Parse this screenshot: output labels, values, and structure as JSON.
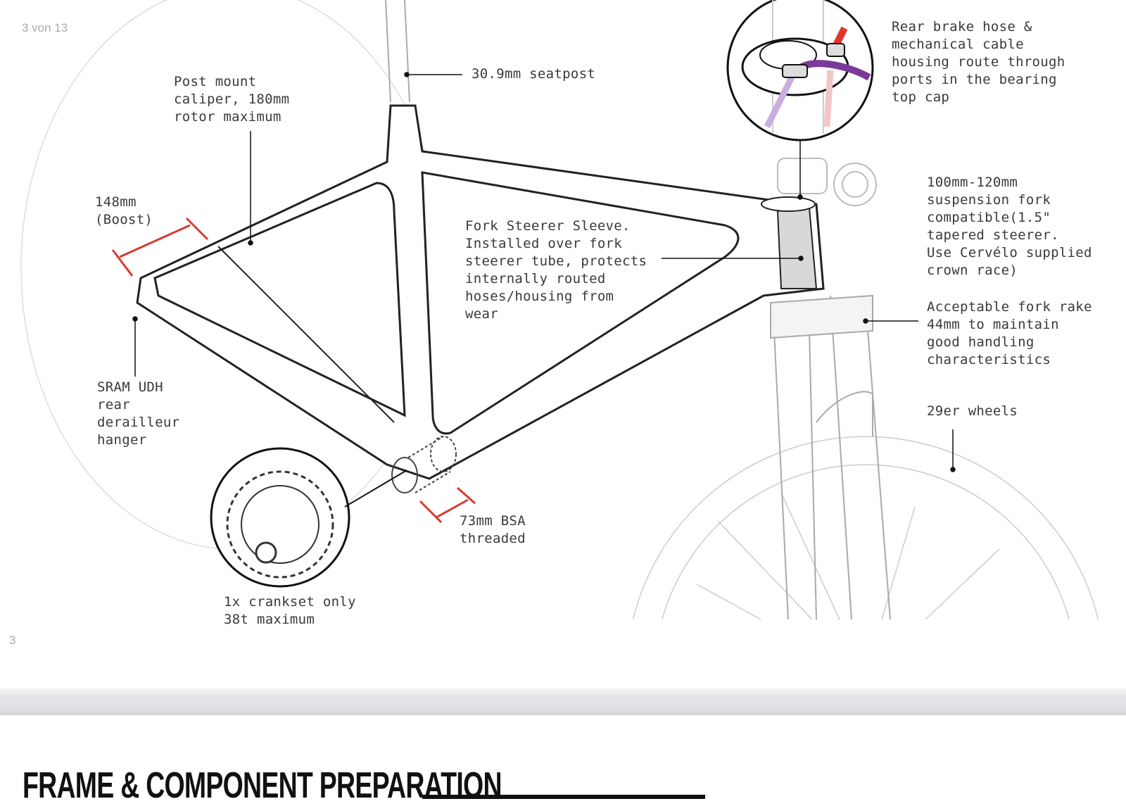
{
  "viewer": {
    "page_indicator": "3 von 13"
  },
  "page3": {
    "page_number": "3",
    "labels": {
      "seatpost": "30.9mm seatpost",
      "caliper": "Post mount\ncaliper, 180mm\nrotor maximum",
      "boost": "148mm\n(Boost)",
      "udh": "SRAM UDH\nrear\nderailleur\nhanger",
      "crankset": "1x crankset only\n38t maximum",
      "bsa": "73mm BSA\nthreaded",
      "sleeve": "Fork Steerer Sleeve.\nInstalled over fork\nsteerer tube, protects\ninternally routed\nhoses/housing from\nwear",
      "brake_hose": "Rear brake hose &\nmechanical cable\nhousing route through\nports in the bearing\ntop cap",
      "fork": "100mm-120mm\nsuspension fork\ncompatible(1.5\"\ntapered steerer.\nUse Cervélo supplied\ncrown race)",
      "rake": "Acceptable fork rake\n44mm to maintain\ngood handling\ncharacteristics",
      "wheels": "29er wheels"
    },
    "colors": {
      "dimension": "#d63a2f",
      "brake_hose": "#e0362a",
      "cable": "#7a3a9a"
    }
  },
  "page4": {
    "heading": "FRAME & COMPONENT PREPARATION"
  }
}
